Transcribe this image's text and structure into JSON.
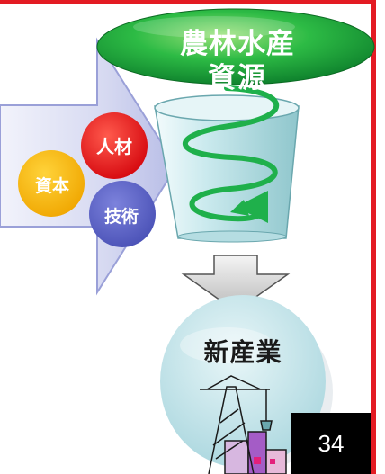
{
  "pill": {
    "line1": "農林水産",
    "line2": "資源"
  },
  "circles": {
    "jinzai": "人材",
    "shihon": "資本",
    "gijutsu": "技術"
  },
  "result": {
    "label": "新産業"
  },
  "page": {
    "number": "34"
  },
  "colors": {
    "frame": "#e31b23",
    "pill_green": "#22a83a",
    "funnel_teal": "#a9d9dd",
    "spiral_green": "#1fb04b",
    "circle_red": "#e8141b",
    "circle_yellow": "#f6b400",
    "circle_blue": "#5b63c8",
    "arrow_lavender": "#d4d7f0",
    "result_circle": "#c7e8ee"
  }
}
